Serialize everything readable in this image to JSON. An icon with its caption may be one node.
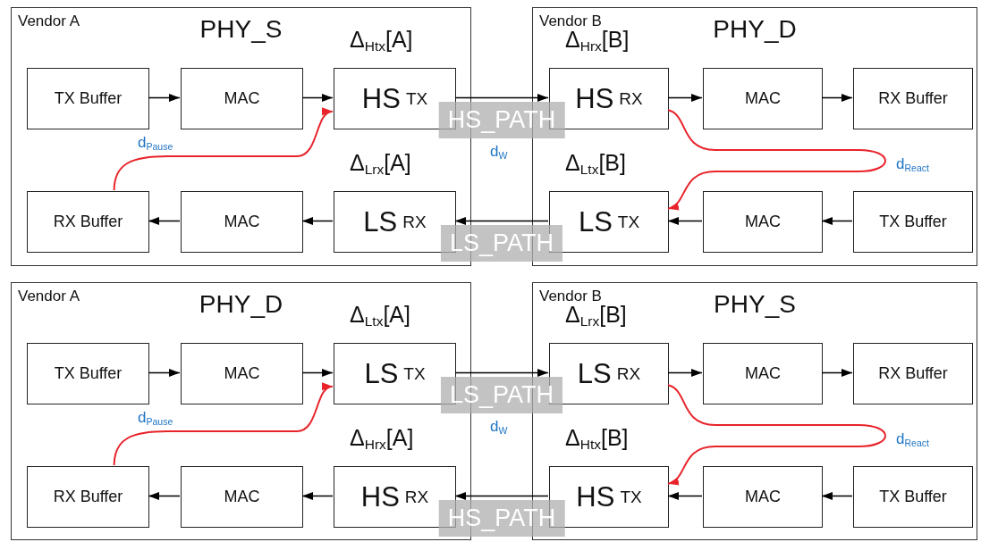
{
  "diagram": {
    "nodes": [
      {
        "text": [
          "Vendor A",
          "PHY_S"
        ]
      },
      {
        "text": [
          "TX Buffer"
        ],
        "in": 0
      },
      {
        "text": [
          "MAC"
        ],
        "in": 0
      },
      {
        "text": [
          "HS",
          "TX"
        ],
        "in": 0,
        "beside": [
          "Δ$_{Htx}$[A]"
        ]
      },
      {
        "text": [
          "RX Buffer"
        ],
        "in": 0
      },
      {
        "text": [
          "MAC"
        ],
        "in": 0
      },
      {
        "text": [
          "LS",
          "RX"
        ],
        "in": 0,
        "beside": [
          "Δ$_{Lrx}$[A]"
        ]
      },
      {
        "text": [
          "Vendor B",
          "PHY_D"
        ]
      },
      {
        "text": [
          "HS",
          "RX"
        ],
        "in": 7,
        "beside": [
          "Δ$_{Hrx}$[B]"
        ]
      },
      {
        "text": [
          "MAC"
        ],
        "in": 7
      },
      {
        "text": [
          "RX Buffer"
        ],
        "in": 7
      },
      {
        "text": [
          "LS",
          "TX"
        ],
        "in": 7,
        "beside": [
          "Δ$_{Ltx}$[B]"
        ]
      },
      {
        "text": [
          "MAC"
        ],
        "in": 7
      },
      {
        "text": [
          "TX Buffer"
        ],
        "in": 7
      },
      {
        "text": [
          "Vendor A",
          "PHY_D"
        ]
      },
      {
        "text": [
          "TX Buffer"
        ],
        "in": 14
      },
      {
        "text": [
          "MAC"
        ],
        "in": 14
      },
      {
        "text": [
          "LS",
          "TX"
        ],
        "in": 14,
        "beside": [
          "Δ$_{Ltx}$[A]"
        ]
      },
      {
        "text": [
          "RX Buffer"
        ],
        "in": 14
      },
      {
        "text": [
          "MAC"
        ],
        "in": 14
      },
      {
        "text": [
          "HS",
          "RX"
        ],
        "in": 14,
        "beside": [
          "Δ$_{Hrx}$[A]"
        ]
      },
      {
        "text": [
          "Vendor B",
          "PHY_S"
        ]
      },
      {
        "text": [
          "LS",
          "RX"
        ],
        "in": 21,
        "beside": [
          "Δ$_{Lrx}$[B]"
        ]
      },
      {
        "text": [
          "MAC"
        ],
        "in": 21
      },
      {
        "text": [
          "RX Buffer"
        ],
        "in": 21
      },
      {
        "text": [
          "HS",
          "TX"
        ],
        "in": 21,
        "beside": [
          "Δ$_{Htx}$[B]"
        ]
      },
      {
        "text": [
          "MAC"
        ],
        "in": 21
      },
      {
        "text": [
          "TX Buffer"
        ],
        "in": 21
      }
    ],
    "edges": [
      {
        "from": 1,
        "to": 2,
        "arrow": "to"
      },
      {
        "from": 2,
        "to": 3,
        "arrow": "to"
      },
      {
        "from": 6,
        "to": 5,
        "arrow": "to"
      },
      {
        "from": 5,
        "to": 4,
        "arrow": "to"
      },
      {
        "from": 8,
        "to": 9,
        "arrow": "to"
      },
      {
        "from": 9,
        "to": 10,
        "arrow": "to"
      },
      {
        "from": 13,
        "to": 12,
        "arrow": "to"
      },
      {
        "from": 12,
        "to": 11,
        "arrow": "to"
      },
      {
        "from": 3,
        "to": 8,
        "arrow": "to",
        "label": "HS_PATH"
      },
      {
        "from": 11,
        "to": 6,
        "arrow": "to",
        "label": "LS_PATH"
      },
      {
        "from": 4,
        "to": 3,
        "arrow": "to",
        "label": "d$_{Pause}$",
        "color": "#e8232a"
      },
      {
        "from": 8,
        "to": 11,
        "arrow": "to",
        "label": "d$_{React}$",
        "color": "#e8232a"
      },
      {
        "from": 15,
        "to": 16,
        "arrow": "to"
      },
      {
        "from": 16,
        "to": 17,
        "arrow": "to"
      },
      {
        "from": 20,
        "to": 19,
        "arrow": "to"
      },
      {
        "from": 19,
        "to": 18,
        "arrow": "to"
      },
      {
        "from": 22,
        "to": 23,
        "arrow": "to"
      },
      {
        "from": 23,
        "to": 24,
        "arrow": "to"
      },
      {
        "from": 27,
        "to": 26,
        "arrow": "to"
      },
      {
        "from": 26,
        "to": 25,
        "arrow": "to"
      },
      {
        "from": 17,
        "to": 22,
        "arrow": "to",
        "label": "LS_PATH"
      },
      {
        "from": 25,
        "to": 20,
        "arrow": "to",
        "label": "HS_PATH"
      },
      {
        "from": 18,
        "to": 17,
        "arrow": "to",
        "label": "d$_{Pause}$",
        "color": "#e8232a"
      },
      {
        "from": 22,
        "to": 25,
        "arrow": "to",
        "label": "d$_{React}$",
        "color": "#e8232a"
      }
    ],
    "labels": [
      "d$_{W}$",
      "d$_{W}$"
    ]
  }
}
